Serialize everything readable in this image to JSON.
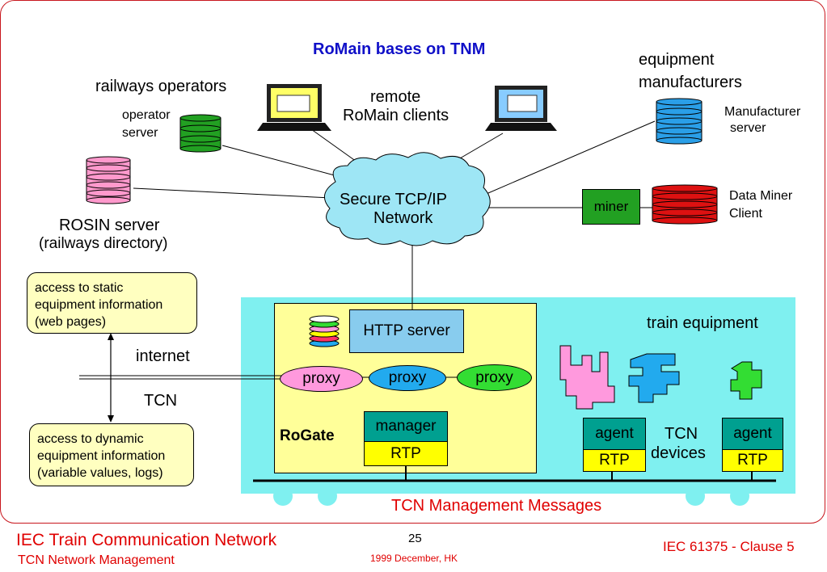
{
  "slide_title": "RoMain bases on TNM",
  "operators": {
    "group_label": "railways operators",
    "server_label_1": "operator",
    "server_label_2": "server"
  },
  "remote": {
    "line1": "remote",
    "line2": "RoMain clients"
  },
  "manufacturers": {
    "line1": "equipment",
    "line2": "manufacturers",
    "server_label_1": "Manufacturer",
    "server_label_2": "server"
  },
  "rosin": {
    "line1": "ROSIN server",
    "line2": "(railways directory)"
  },
  "network": {
    "line1": "Secure TCP/IP",
    "line2": "Network"
  },
  "miner": {
    "box_label": "miner",
    "client_line1": "Data Miner",
    "client_line2": "Client"
  },
  "static_note": {
    "line1": "access to static",
    "line2": "equipment information",
    "line3": "(web pages)"
  },
  "dynamic_note": {
    "line1": "access to dynamic",
    "line2": "equipment information",
    "line3": "(variable values, logs)"
  },
  "links": {
    "internet": "internet",
    "tcn": "TCN"
  },
  "rogate": {
    "name": "RoGate",
    "http_server": "HTTP server",
    "proxy_1": "proxy",
    "proxy_2": "proxy",
    "proxy_3": "proxy",
    "manager": "manager",
    "rtp": "RTP"
  },
  "train": {
    "label": "train equipment",
    "agent_1": "agent",
    "rtp_1": "RTP",
    "agent_2": "agent",
    "rtp_2": "RTP",
    "devices_line1": "TCN",
    "devices_line2": "devices"
  },
  "bus_caption": "TCN Management Messages",
  "footer": {
    "left_line1": "IEC Train Communication Network",
    "left_line2": "TCN Network Management",
    "page": "25",
    "date": "1999 December, HK",
    "right": "IEC 61375 - Clause 5"
  },
  "colors": {
    "accent_red": "#c8161d",
    "title_blue": "#1010c8",
    "cyan_area": "#7ff0f0",
    "rogate_yellow": "#ffff99",
    "teal": "#00a090",
    "rtp_yellow": "#ffff00",
    "green": "#22a022",
    "cloud": "#9ee6f5"
  }
}
